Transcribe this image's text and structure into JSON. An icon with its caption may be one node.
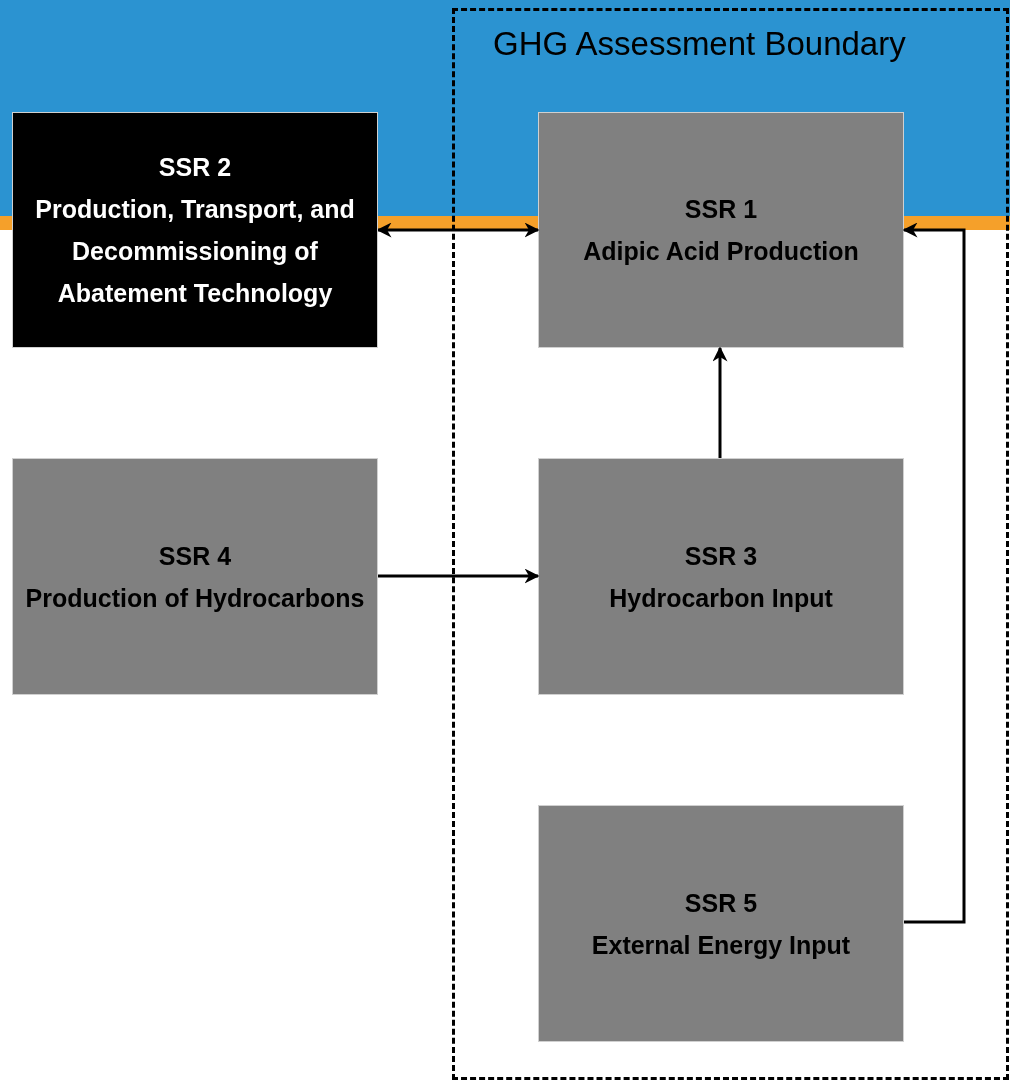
{
  "diagram": {
    "nodes": [
      {
        "text": [
          "GHG Assessment Boundary"
        ]
      },
      {
        "text": [
          "SSR 2",
          "Production, Transport, and Decommissioning of Abatement Technology"
        ]
      },
      {
        "text": [
          "SSR 1",
          "Adipic Acid Production"
        ],
        "in": 0
      },
      {
        "text": [
          "SSR 4",
          "Production of Hydrocarbons"
        ]
      },
      {
        "text": [
          "SSR 3",
          "Hydrocarbon Input"
        ],
        "in": 0
      },
      {
        "text": [
          "SSR 5",
          "External Energy Input"
        ],
        "in": 0
      }
    ],
    "edges": [
      {
        "from": 1,
        "to": 2,
        "arrow": "both"
      },
      {
        "from": 3,
        "to": 4,
        "arrow": "to"
      },
      {
        "from": 4,
        "to": 2,
        "arrow": "to"
      },
      {
        "from": 5,
        "to": 2,
        "arrow": "to"
      }
    ]
  }
}
